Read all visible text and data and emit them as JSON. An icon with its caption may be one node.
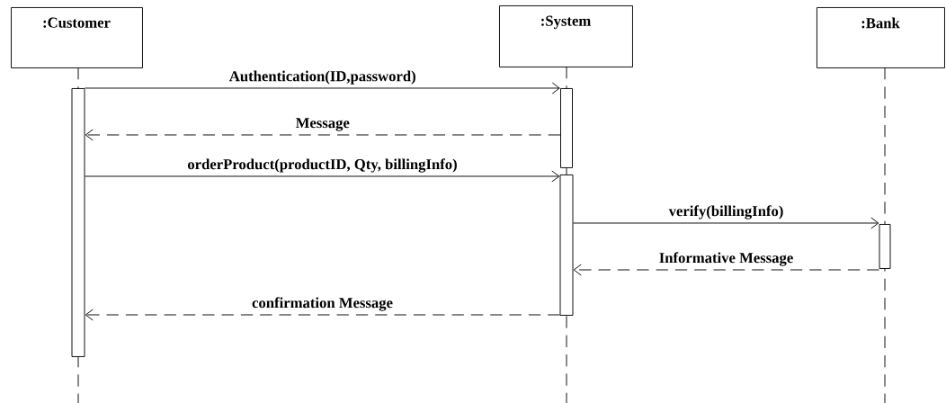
{
  "diagram": {
    "nodes": [
      {
        "text": [
          ":Customer"
        ]
      },
      {
        "text": [
          ":System"
        ]
      },
      {
        "text": [
          ":Bank"
        ]
      },
      {
        "text": [],
        "shape": "bar"
      },
      {
        "text": [],
        "shape": "bar"
      },
      {
        "text": [],
        "shape": "bar"
      },
      {
        "text": [],
        "shape": "bar"
      }
    ],
    "edges": [
      {
        "from": 3,
        "to": 4,
        "arrow": "to",
        "label": "Authentication(ID,password)"
      },
      {
        "from": 4,
        "to": 3,
        "arrow": "to",
        "label": "Message",
        "style": "dashed"
      },
      {
        "from": 3,
        "to": 5,
        "arrow": "to",
        "label": "orderProduct(productID, Qty, billingInfo)"
      },
      {
        "from": 5,
        "to": 6,
        "arrow": "to",
        "label": "verify(billingInfo)"
      },
      {
        "from": 6,
        "to": 5,
        "arrow": "to",
        "label": "Informative Message",
        "style": "dashed"
      },
      {
        "from": 5,
        "to": 3,
        "arrow": "to",
        "label": "confirmation Message",
        "style": "dashed"
      }
    ]
  }
}
